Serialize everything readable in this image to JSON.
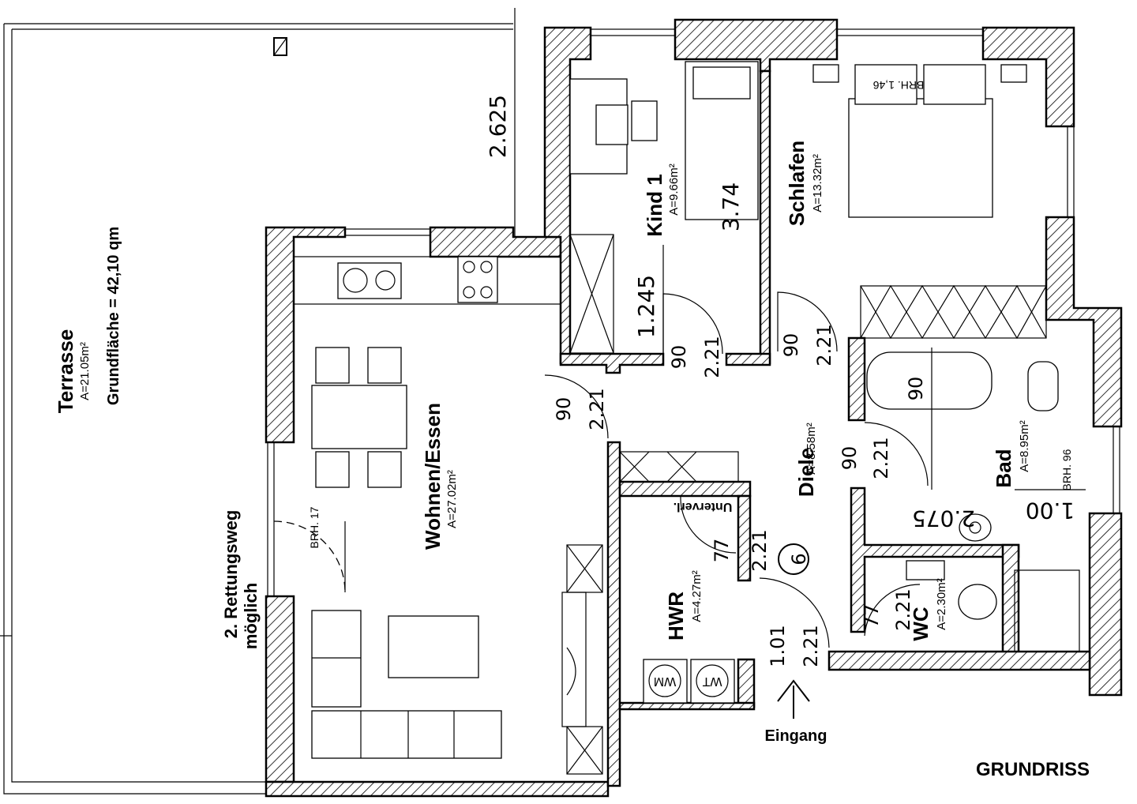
{
  "title": "GRUNDRISS",
  "entrance_label": "Eingang",
  "apartment_number": "6",
  "terrace": {
    "name": "Terrasse",
    "area": "A=21.05m²",
    "grundflaeche": "Grundfläche  =  42,10 qm",
    "escape_line1": "2. Rettungsweg",
    "escape_line2": "möglich"
  },
  "rooms": {
    "kind1": {
      "name": "Kind 1",
      "area": "A=9.66m²"
    },
    "schlafen": {
      "name": "Schlafen",
      "area": "A=13.32m²"
    },
    "wohnen": {
      "name": "Wohnen/Essen",
      "area": "A=27.02m²"
    },
    "diele": {
      "name": "Diele",
      "area": "A=8.58m²"
    },
    "bad": {
      "name": "Bad",
      "area": "A=8.95m²"
    },
    "hwr": {
      "name": "HWR",
      "area": "A=4.27m²"
    },
    "wc": {
      "name": "WC",
      "area": "A=2.30m²"
    }
  },
  "dimensions": {
    "d2625": "2.625",
    "d374": "3.74",
    "d1245": "1.245",
    "d2075": "2.075",
    "d100": "1.00",
    "d90": "90",
    "d221": "2.21",
    "d77": "77",
    "d101": "1.01"
  },
  "annotations": {
    "brh_schlafen": "BRH. 1,46",
    "brh_wohnen": "BRH. 17",
    "brh_bad": "BRH. 96",
    "unterverteilung": "Unterverl.",
    "washer": "WM",
    "dryer": "WT"
  }
}
